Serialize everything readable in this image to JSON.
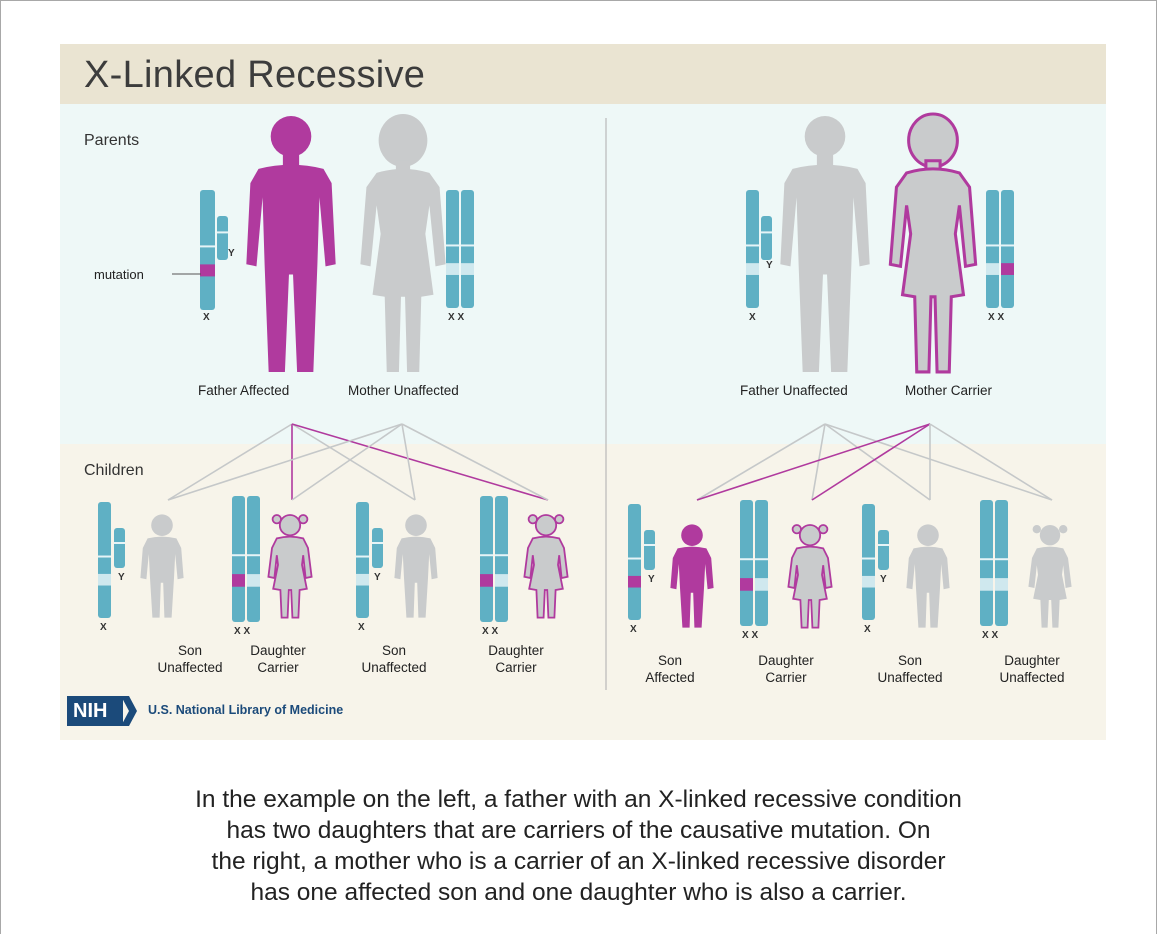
{
  "title": "X-Linked Recessive",
  "sections": {
    "parents": "Parents",
    "children": "Children"
  },
  "mutation_label": "mutation",
  "chromosome_labels": {
    "x": "X",
    "y": "Y",
    "xx": "X X"
  },
  "left": {
    "father": "Father Affected",
    "mother": "Mother Unaffected",
    "children": [
      {
        "line1": "Son",
        "line2": "Unaffected"
      },
      {
        "line1": "Daughter",
        "line2": "Carrier"
      },
      {
        "line1": "Son",
        "line2": "Unaffected"
      },
      {
        "line1": "Daughter",
        "line2": "Carrier"
      }
    ]
  },
  "right": {
    "father": "Father Unaffected",
    "mother": "Mother Carrier",
    "children": [
      {
        "line1": "Son",
        "line2": "Affected"
      },
      {
        "line1": "Daughter",
        "line2": "Carrier"
      },
      {
        "line1": "Son",
        "line2": "Unaffected"
      },
      {
        "line1": "Daughter",
        "line2": "Unaffected"
      }
    ]
  },
  "logo": {
    "nih": "NIH",
    "org": "U.S. National Library of Medicine"
  },
  "caption": {
    "line1": "In the example on the left, a father with an X-linked recessive condition",
    "line2": "has two daughters that are carriers of the causative mutation. On",
    "line3": "the right, a mother who is a carrier of an X-linked recessive disorder",
    "line4": "has one affected son and one daughter who is also a carrier."
  },
  "colors": {
    "affected": "#b03a9e",
    "unaffected": "#c9cbcc",
    "chromosome": "#5fb0c4",
    "chromosome_band": "#cfe8ee",
    "parents_bg": "#eef8f7",
    "children_bg": "#f7f4ea",
    "title_bg": "#eae4d2"
  }
}
